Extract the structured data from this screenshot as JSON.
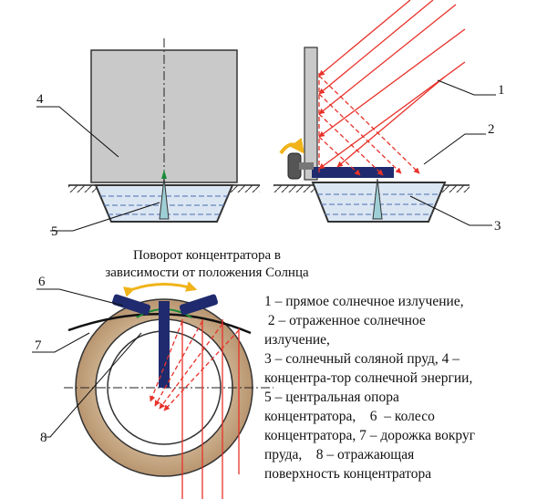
{
  "callouts": {
    "n1": "1",
    "n2": "2",
    "n3": "3",
    "n4": "4",
    "n5": "5",
    "n6": "6",
    "n7": "7",
    "n8": "8"
  },
  "caption": {
    "line1": "Поворот концентратора в",
    "line2": "зависимости от положения Солнца"
  },
  "legend": [
    "1 – прямое солнечное излучение,",
    " 2 – отраженное солнечное",
    "излучение,",
    "3 – солнечный соляной пруд, 4 –",
    "концентра-тор солнечной энергии,",
    "5 – центральная опора",
    "концентратора,    6  – колесо",
    "концентратора, 7 – дорожка вокруг",
    "пруда,    8 – отражающая",
    "поверхность концентратора"
  ],
  "colors": {
    "ray": "#e8322a",
    "concentrator": "#c9c9c9",
    "water": "#dbe6f3",
    "navy": "#1f2b6e",
    "arrow": "#f0b31a",
    "ground": "#c8a985"
  }
}
